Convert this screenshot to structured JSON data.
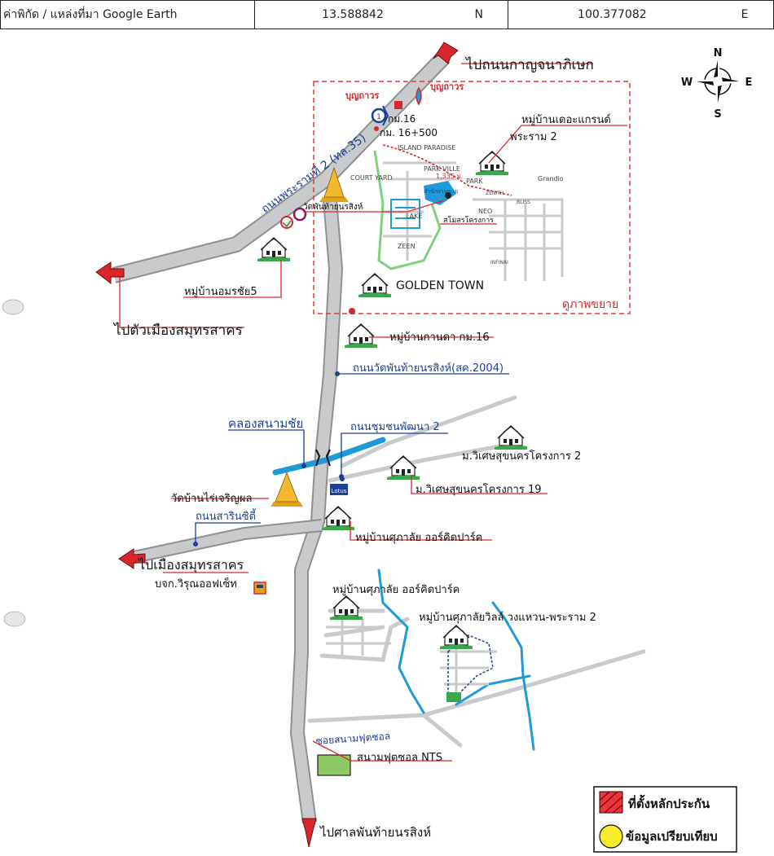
{
  "header": {
    "source_label": "ค่าพิกัด / แหล่งที่มา Google Earth",
    "lat_value": "13.588842",
    "lat_dir": "N",
    "lon_value": "100.377082",
    "lon_dir": "E"
  },
  "compass": {
    "n": "N",
    "s": "S",
    "e": "E",
    "w": "W"
  },
  "colors": {
    "road": "#c8cacc",
    "road_edge": "#8e9092",
    "canal": "#1e9ad6",
    "highlight": "#e8373b",
    "label_red": "#d9262c",
    "label_blue": "#1c3f95",
    "text_dark": "#1a1a1a",
    "house_green": "#3aa84a",
    "field_green": "#8cc863"
  },
  "labels": {
    "to_kanchanaphisek": "ไปถนนกาญจนาภิเษก",
    "to_samut_sakhon_city": "ไปตัวเมืองสมุทรสาคร",
    "to_samut_sakhon": "ไปเมืองสมุทรสาคร",
    "to_court": "ไปศาลพันท้ายนรสิงห์",
    "rama2_road": "ถนนพระรามที่ 2 (ทล.35)",
    "km16": "กม.16",
    "km16_500": "กม. 16+500",
    "wat_phanthai": "วัดพันท้ายนรสิงห์",
    "amornchai5": "หมู่บ้านอมรชัย5",
    "the_grand": "หมู่บ้านเดอะแกรนด์",
    "the_grand_rama2": "พระราม 2",
    "golden_town": "GOLDEN TOWN",
    "expand_view": "ดูภาพขยาย",
    "kanda": "หมู่บ้านกานดา กม.16",
    "wat_phanthai_road": "ถนนวัดพันท้ายนรสิงห์(สค.2004)",
    "khlong_sanam_chai": "คลองสนามชัย",
    "chumchon_road": "ถนนชุมชนพัฒนา 2",
    "wiset2": "ม.วิเศษสุขนครโครงการ 2",
    "wiset19": "ม.วิเศษสุขนครโครงการ 19",
    "wat_rai": "วัดบ้านไร่เจริญผล",
    "sarin_city": "ถนนสารินซิตี้",
    "supalai_orchid_1": "หมู่บ้านศุภาลัย ออร์คิดปาร์ค",
    "varun_offset": "บจก.วิรุณออฟเซ็ท",
    "supalai_orchid_2": "หมู่บ้านศุภาลัย ออร์คิดปาร์ค",
    "supalai_ville": "หมู่บ้านศุภาลัยวิลล์ วงแหวน-พระราม 2",
    "soi_futsal": "ซอยสนามฟุตซอล",
    "futsal_nts": "สนามฟุตซอล NTS",
    "tesco": "Lotus",
    "boonthavorn": "บุญถาวร",
    "island_paradise": "ISLAND PARADISE",
    "court_yard": "COURT YARD",
    "park_ville": "PARK VILLE",
    "park": "PARK",
    "grandio": "Grandio",
    "zenith": "ZENITH",
    "bliss": "BLISS",
    "lake": "LAKE",
    "neo": "NEO",
    "zeen": "ZEEN",
    "infinai": "INFINAI",
    "office": "สำนักงานขาย",
    "club": "สโมสรโครงการ",
    "distance": "1,335 ม."
  },
  "legend": {
    "collateral": "ที่ตั้งหลักประกัน",
    "comparison": "ข้อมูลเปรียบเทียบ"
  }
}
